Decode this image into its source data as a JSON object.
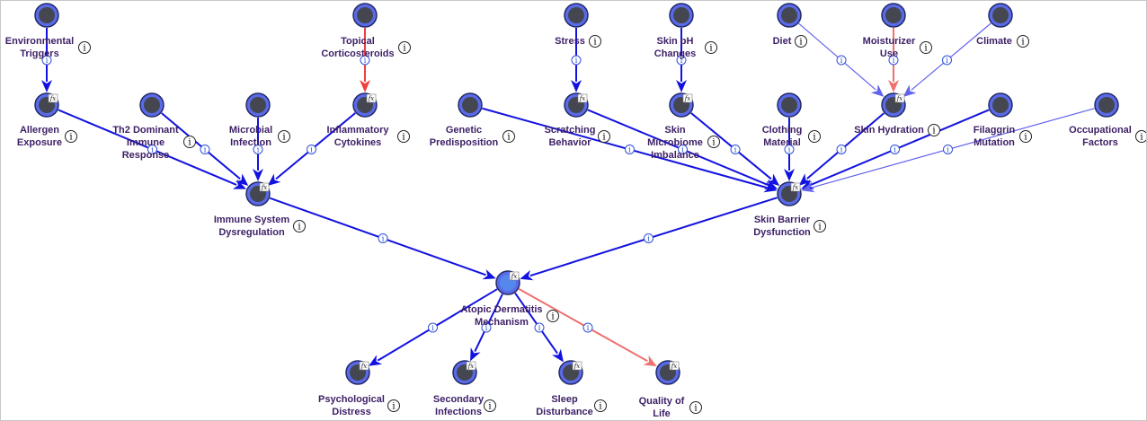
{
  "colors": {
    "edge_default": "#1212e0",
    "edge_light": "#6262ee",
    "edge_negative": "#f04040",
    "edge_negative_light": "#f07070",
    "node_ring": "#5a6ae8",
    "node_fill": "#44474f",
    "node_fill_root": "#5588ee",
    "node_outline": "#222a66",
    "label_color": "#3c1f66"
  },
  "nodes": {
    "environmental_triggers": {
      "label": [
        "Environmental",
        "Triggers"
      ]
    },
    "topical_corticosteroids": {
      "label": [
        "Topical",
        "Corticosteroids"
      ]
    },
    "stress": {
      "label": [
        "Stress"
      ]
    },
    "skin_ph": {
      "label": [
        "Skin pH",
        "Changes"
      ]
    },
    "diet": {
      "label": [
        "Diet"
      ]
    },
    "moisturizer_use": {
      "label": [
        "Moisturizer",
        "Use"
      ]
    },
    "climate": {
      "label": [
        "Climate"
      ]
    },
    "allergen_exposure": {
      "label": [
        "Allergen",
        "Exposure"
      ]
    },
    "th2_response": {
      "label": [
        "Th2 Dominant",
        "Immune",
        "Response"
      ]
    },
    "microbial_infection": {
      "label": [
        "Microbial",
        "Infection"
      ]
    },
    "inflammatory_cytokines": {
      "label": [
        "Inflammatory",
        "Cytokines"
      ]
    },
    "genetic_predisposition": {
      "label": [
        "Genetic",
        "Predisposition"
      ]
    },
    "scratching_behavior": {
      "label": [
        "Scratching",
        "Behavior"
      ]
    },
    "skin_microbiome": {
      "label": [
        "Skin",
        "Microbiome",
        "Imbalance"
      ]
    },
    "clothing_material": {
      "label": [
        "Clothing",
        "Material"
      ]
    },
    "skin_hydration": {
      "label": [
        "Skin Hydration"
      ]
    },
    "filaggrin_mutation": {
      "label": [
        "Filaggrin",
        "Mutation"
      ]
    },
    "occupational_factors": {
      "label": [
        "Occupational",
        "Factors"
      ]
    },
    "immune_dysregulation": {
      "label": [
        "Immune System",
        "Dysregulation"
      ]
    },
    "skin_barrier_dysfunction": {
      "label": [
        "Skin Barrier",
        "Dysfunction"
      ]
    },
    "atopic_dermatitis": {
      "label": [
        "Atopic Dermatitis",
        "Mechanism"
      ]
    },
    "psychological_distress": {
      "label": [
        "Psychological",
        "Distress"
      ]
    },
    "secondary_infections": {
      "label": [
        "Secondary",
        "Infections"
      ]
    },
    "sleep_disturbance": {
      "label": [
        "Sleep",
        "Disturbance"
      ]
    },
    "quality_of_life": {
      "label": [
        "Quality of",
        "Life"
      ]
    }
  },
  "edges": [
    {
      "from": "environmental_triggers",
      "to": "allergen_exposure",
      "kind": "positive"
    },
    {
      "from": "topical_corticosteroids",
      "to": "inflammatory_cytokines",
      "kind": "negative"
    },
    {
      "from": "stress",
      "to": "scratching_behavior",
      "kind": "positive"
    },
    {
      "from": "skin_ph",
      "to": "skin_microbiome",
      "kind": "positive"
    },
    {
      "from": "diet",
      "to": "skin_hydration",
      "kind": "positive_light"
    },
    {
      "from": "moisturizer_use",
      "to": "skin_hydration",
      "kind": "negative_light"
    },
    {
      "from": "climate",
      "to": "skin_hydration",
      "kind": "positive_light"
    },
    {
      "from": "allergen_exposure",
      "to": "immune_dysregulation",
      "kind": "positive"
    },
    {
      "from": "th2_response",
      "to": "immune_dysregulation",
      "kind": "positive"
    },
    {
      "from": "microbial_infection",
      "to": "immune_dysregulation",
      "kind": "positive"
    },
    {
      "from": "inflammatory_cytokines",
      "to": "immune_dysregulation",
      "kind": "positive"
    },
    {
      "from": "genetic_predisposition",
      "to": "skin_barrier_dysfunction",
      "kind": "positive"
    },
    {
      "from": "scratching_behavior",
      "to": "skin_barrier_dysfunction",
      "kind": "positive"
    },
    {
      "from": "skin_microbiome",
      "to": "skin_barrier_dysfunction",
      "kind": "positive"
    },
    {
      "from": "clothing_material",
      "to": "skin_barrier_dysfunction",
      "kind": "positive"
    },
    {
      "from": "skin_hydration",
      "to": "skin_barrier_dysfunction",
      "kind": "positive"
    },
    {
      "from": "filaggrin_mutation",
      "to": "skin_barrier_dysfunction",
      "kind": "positive"
    },
    {
      "from": "occupational_factors",
      "to": "skin_barrier_dysfunction",
      "kind": "positive_light"
    },
    {
      "from": "immune_dysregulation",
      "to": "atopic_dermatitis",
      "kind": "positive"
    },
    {
      "from": "skin_barrier_dysfunction",
      "to": "atopic_dermatitis",
      "kind": "positive"
    },
    {
      "from": "atopic_dermatitis",
      "to": "psychological_distress",
      "kind": "positive"
    },
    {
      "from": "atopic_dermatitis",
      "to": "secondary_infections",
      "kind": "positive"
    },
    {
      "from": "atopic_dermatitis",
      "to": "sleep_disturbance",
      "kind": "positive"
    },
    {
      "from": "atopic_dermatitis",
      "to": "quality_of_life",
      "kind": "negative_light"
    }
  ],
  "icons": {
    "info": "i",
    "function": "fx"
  }
}
